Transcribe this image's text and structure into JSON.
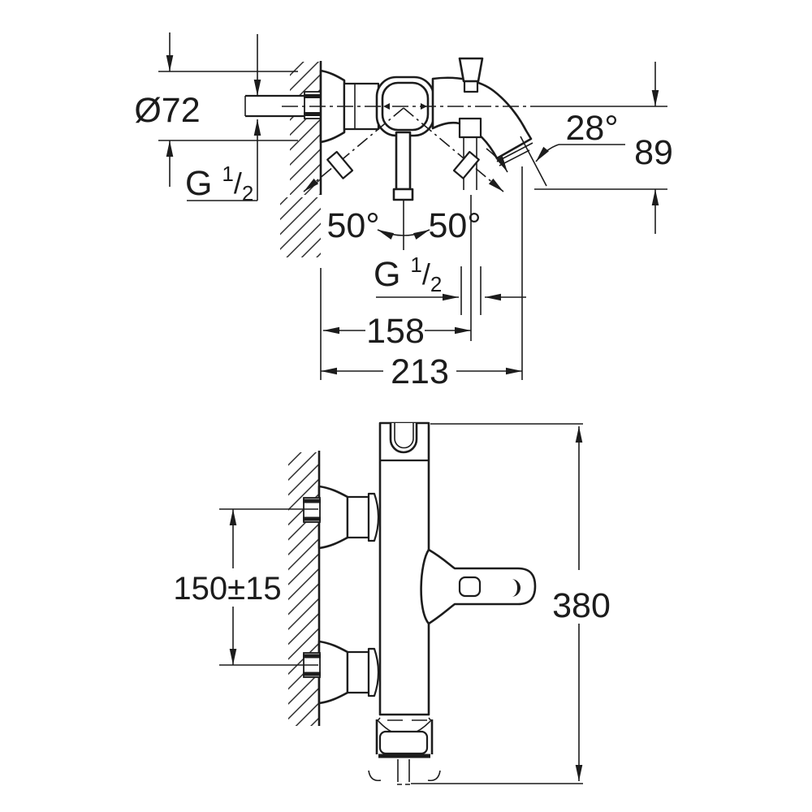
{
  "colors": {
    "ink": "#1c1c1c",
    "background": "#ffffff"
  },
  "top_view": {
    "escutcheon_diameter": "Ø72",
    "inlet_thread": {
      "prefix": "G",
      "numerator": "1",
      "slash": "/",
      "denominator": "2"
    },
    "lever_angle_left": "50°",
    "lever_angle_right": "50°",
    "spout_angle": "28°",
    "spout_height": "89",
    "hose_thread": {
      "prefix": "G",
      "numerator": "1",
      "slash": "/",
      "denominator": "2"
    },
    "wall_to_hose": "158",
    "wall_to_spout_tip": "213"
  },
  "front_view": {
    "inlet_spacing": "150±15",
    "total_height": "380"
  }
}
